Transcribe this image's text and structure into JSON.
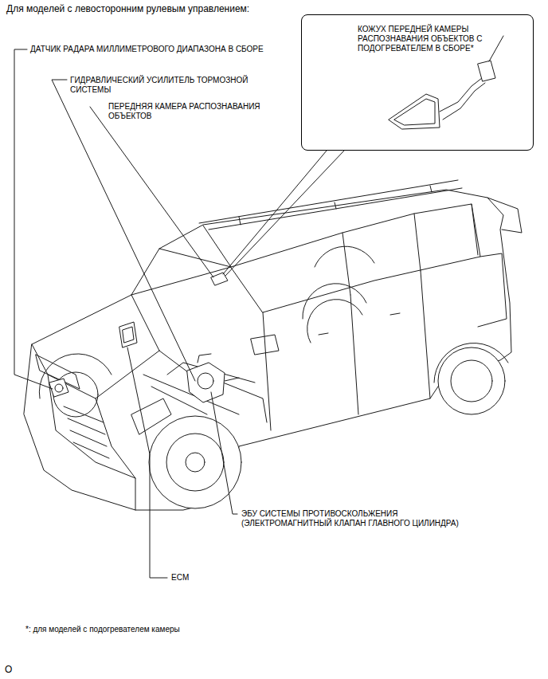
{
  "diagram": {
    "title": "Для моделей с левосторонним рулевым управлением:",
    "caption": "*: для моделей с подогревателем камеры",
    "nodes": [
      {
        "text": [
          "КОЖУХ ПЕРЕДНЕЙ КАМЕРЫ РАСПОЗНАВАНИЯ ОБЪЕКТОВ С ПОДОГРЕВАТЕЛЕМ В СБОРЕ*"
        ]
      }
    ],
    "labels": [
      "ДАТЧИК РАДАРА МИЛЛИМЕТРОВОГО ДИАПАЗОНА В СБОРЕ",
      "ГИДРАВЛИЧЕСКИЙ УСИЛИТЕЛЬ ТОРМОЗНОЙ СИСТЕМЫ",
      "ПЕРЕДНЯЯ КАМЕРА РАСПОЗНАВАНИЯ ОБЪЕКТОВ",
      "ЭБУ СИСТЕМЫ ПРОТИВОСКОЛЬЖЕНИЯ (ЭЛЕКТРОМАГНИТНЫЙ КЛАПАН ГЛАВНОГО ЦИЛИНДРА)",
      "ECM",
      "O"
    ]
  }
}
